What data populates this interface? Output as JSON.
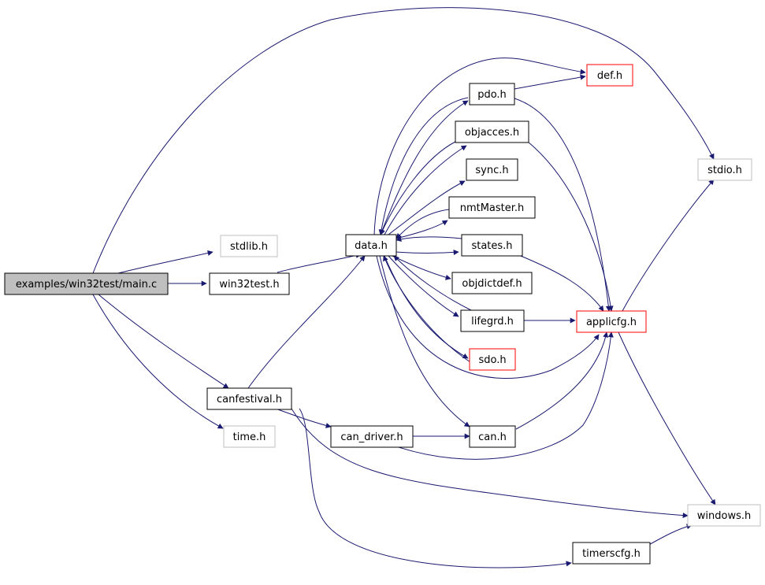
{
  "diagram": {
    "nodes": {
      "main": {
        "label": "examples/win32test/main.c",
        "style": "root"
      },
      "stdlib": {
        "label": "stdlib.h",
        "style": "external"
      },
      "win32test": {
        "label": "win32test.h",
        "style": "normal"
      },
      "canfestival": {
        "label": "canfestival.h",
        "style": "normal"
      },
      "time": {
        "label": "time.h",
        "style": "external"
      },
      "data": {
        "label": "data.h",
        "style": "normal"
      },
      "pdo": {
        "label": "pdo.h",
        "style": "normal"
      },
      "def": {
        "label": "def.h",
        "style": "truncated"
      },
      "objacces": {
        "label": "objacces.h",
        "style": "normal"
      },
      "sync": {
        "label": "sync.h",
        "style": "normal"
      },
      "nmtMaster": {
        "label": "nmtMaster.h",
        "style": "normal"
      },
      "states": {
        "label": "states.h",
        "style": "normal"
      },
      "objdictdef": {
        "label": "objdictdef.h",
        "style": "normal"
      },
      "lifegrd": {
        "label": "lifegrd.h",
        "style": "normal"
      },
      "sdo": {
        "label": "sdo.h",
        "style": "truncated"
      },
      "can_driver": {
        "label": "can_driver.h",
        "style": "normal"
      },
      "can": {
        "label": "can.h",
        "style": "normal"
      },
      "stdio": {
        "label": "stdio.h",
        "style": "external"
      },
      "applicfg": {
        "label": "applicfg.h",
        "style": "truncated"
      },
      "windows": {
        "label": "windows.h",
        "style": "external"
      },
      "timerscfg": {
        "label": "timerscfg.h",
        "style": "normal"
      }
    },
    "edges": [
      [
        "main",
        "stdio"
      ],
      [
        "main",
        "stdlib"
      ],
      [
        "main",
        "win32test"
      ],
      [
        "main",
        "canfestival"
      ],
      [
        "main",
        "time"
      ],
      [
        "win32test",
        "data"
      ],
      [
        "data",
        "pdo"
      ],
      [
        "data",
        "def"
      ],
      [
        "data",
        "objacces"
      ],
      [
        "data",
        "sync"
      ],
      [
        "data",
        "nmtMaster"
      ],
      [
        "data",
        "states"
      ],
      [
        "data",
        "objdictdef"
      ],
      [
        "data",
        "lifegrd"
      ],
      [
        "data",
        "sdo"
      ],
      [
        "data",
        "can"
      ],
      [
        "data",
        "applicfg"
      ],
      [
        "pdo",
        "data"
      ],
      [
        "pdo",
        "def"
      ],
      [
        "pdo",
        "applicfg"
      ],
      [
        "objacces",
        "data"
      ],
      [
        "objacces",
        "applicfg"
      ],
      [
        "nmtMaster",
        "data"
      ],
      [
        "states",
        "data"
      ],
      [
        "states",
        "applicfg"
      ],
      [
        "lifegrd",
        "data"
      ],
      [
        "lifegrd",
        "applicfg"
      ],
      [
        "sdo",
        "data"
      ],
      [
        "can",
        "applicfg"
      ],
      [
        "canfestival",
        "data"
      ],
      [
        "canfestival",
        "can_driver"
      ],
      [
        "canfestival",
        "windows"
      ],
      [
        "canfestival",
        "timerscfg"
      ],
      [
        "can_driver",
        "can"
      ],
      [
        "can_driver",
        "applicfg"
      ],
      [
        "applicfg",
        "stdio"
      ],
      [
        "applicfg",
        "windows"
      ],
      [
        "timerscfg",
        "windows"
      ]
    ],
    "colors": {
      "edge": "#191970",
      "box_normal": "#000000",
      "box_external": "#bfbfbf",
      "box_truncated": "#ff0000",
      "root_fill": "#bfbfbf"
    }
  }
}
